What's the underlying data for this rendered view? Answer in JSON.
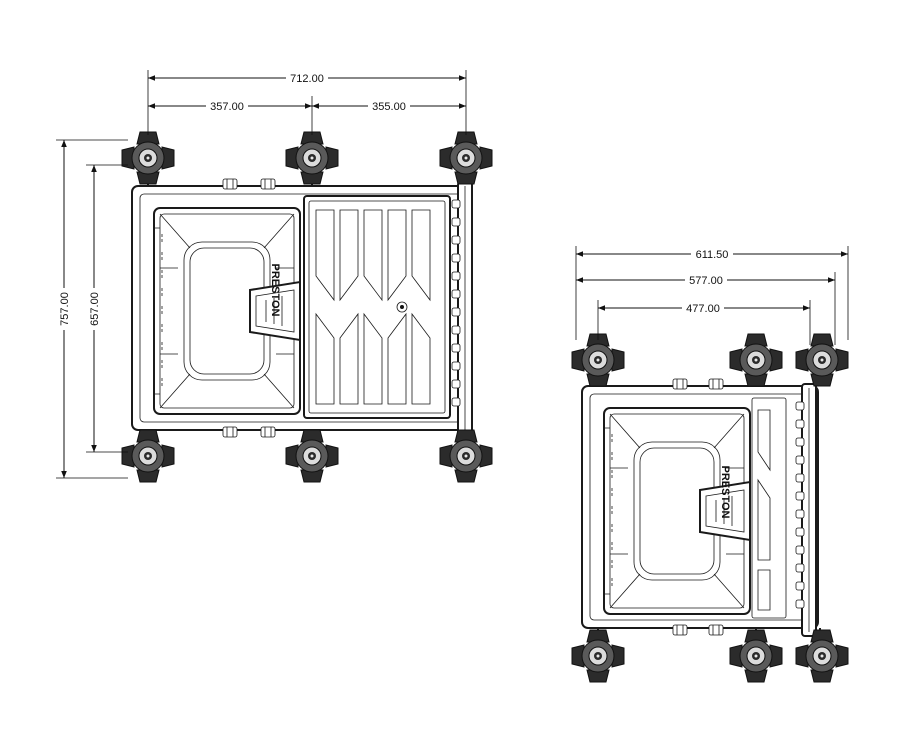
{
  "colors": {
    "ink": "#111111",
    "background": "#ffffff",
    "knob": "#2b2b2b"
  },
  "left_view": {
    "dims": {
      "overall_width": "712.00",
      "left_half": "357.00",
      "right_half": "355.00",
      "overall_depth": "757.00",
      "inner_depth": "657.00"
    },
    "tray_label": "PRESTON"
  },
  "right_view": {
    "dims": {
      "overall_width": "611.50",
      "mid_width": "577.00",
      "inner_width": "477.00"
    },
    "tray_label": "PRESTON"
  }
}
